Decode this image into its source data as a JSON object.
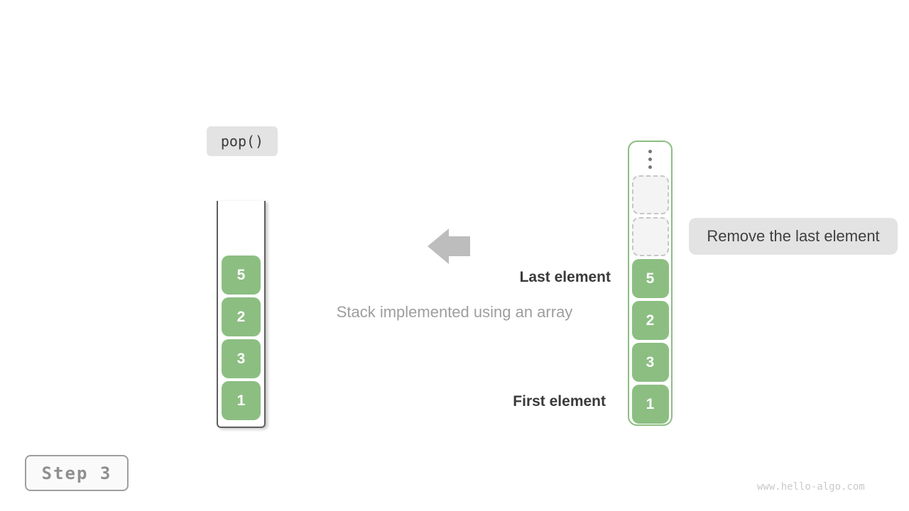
{
  "operation": {
    "label": "pop()"
  },
  "step": {
    "label": "Step 3"
  },
  "watermark": "www.hello-algo.com",
  "caption": "Stack implemented using an array",
  "annotations": {
    "last_element": "Last element",
    "first_element": "First element",
    "remove_note": "Remove the last element"
  },
  "stack": {
    "values_top_to_bottom": [
      "5",
      "2",
      "3",
      "1"
    ]
  },
  "array": {
    "empty_slots": 2,
    "values_top_to_bottom": [
      "5",
      "2",
      "3",
      "1"
    ]
  },
  "colors": {
    "green": "#8cbe82",
    "pill_bg": "#e3e3e3",
    "arrow_gray": "#bdbdbd",
    "text_dark": "#3a3a3a",
    "text_gray": "#9e9e9e",
    "step_text": "#8f8f8f",
    "watermark": "#c9c9c9",
    "dashed_border": "#c6c6c6",
    "dashed_bg": "#f4f4f4",
    "container_wall": "#5e5e5e",
    "dot_gray": "#757575"
  }
}
